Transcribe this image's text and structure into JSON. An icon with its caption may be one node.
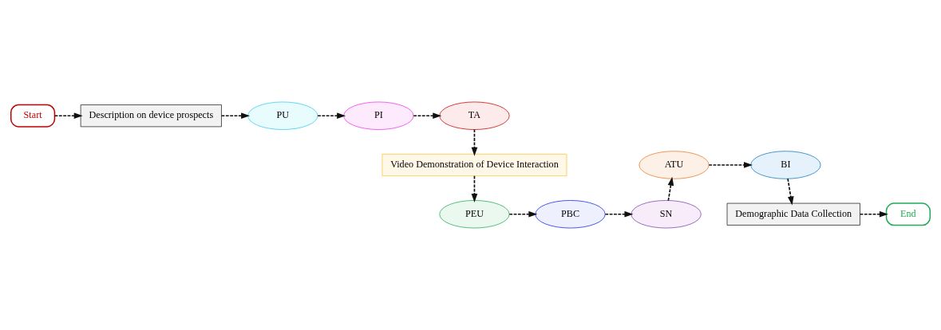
{
  "diagram": {
    "nodes": [
      {
        "text": [
          "Start"
        ]
      },
      {
        "text": [
          "Description on device prospects"
        ]
      },
      {
        "text": [
          "PU"
        ]
      },
      {
        "text": [
          "PI"
        ]
      },
      {
        "text": [
          "TA"
        ]
      },
      {
        "text": [
          "Video Demonstration of Device Interaction"
        ]
      },
      {
        "text": [
          "PEU"
        ]
      },
      {
        "text": [
          "PBC"
        ]
      },
      {
        "text": [
          "SN"
        ]
      },
      {
        "text": [
          "ATU"
        ]
      },
      {
        "text": [
          "BI"
        ]
      },
      {
        "text": [
          "Demographic Data Collection"
        ]
      },
      {
        "text": [
          "End"
        ]
      }
    ],
    "edges": [
      {
        "from": 0,
        "to": 1,
        "arrow": "to",
        "style": "dashed"
      },
      {
        "from": 1,
        "to": 2,
        "arrow": "to",
        "style": "dashed"
      },
      {
        "from": 2,
        "to": 3,
        "arrow": "to",
        "style": "dashed"
      },
      {
        "from": 3,
        "to": 4,
        "arrow": "to",
        "style": "dashed"
      },
      {
        "from": 4,
        "to": 5,
        "arrow": "to",
        "style": "dashed"
      },
      {
        "from": 5,
        "to": 6,
        "arrow": "to",
        "style": "dashed"
      },
      {
        "from": 6,
        "to": 7,
        "arrow": "to",
        "style": "dashed"
      },
      {
        "from": 7,
        "to": 8,
        "arrow": "to",
        "style": "dashed"
      },
      {
        "from": 8,
        "to": 9,
        "arrow": "to",
        "style": "dashed"
      },
      {
        "from": 9,
        "to": 10,
        "arrow": "to",
        "style": "dashed"
      },
      {
        "from": 10,
        "to": 11,
        "arrow": "to",
        "style": "dashed"
      },
      {
        "from": 11,
        "to": 12,
        "arrow": "to",
        "style": "dashed"
      }
    ]
  }
}
